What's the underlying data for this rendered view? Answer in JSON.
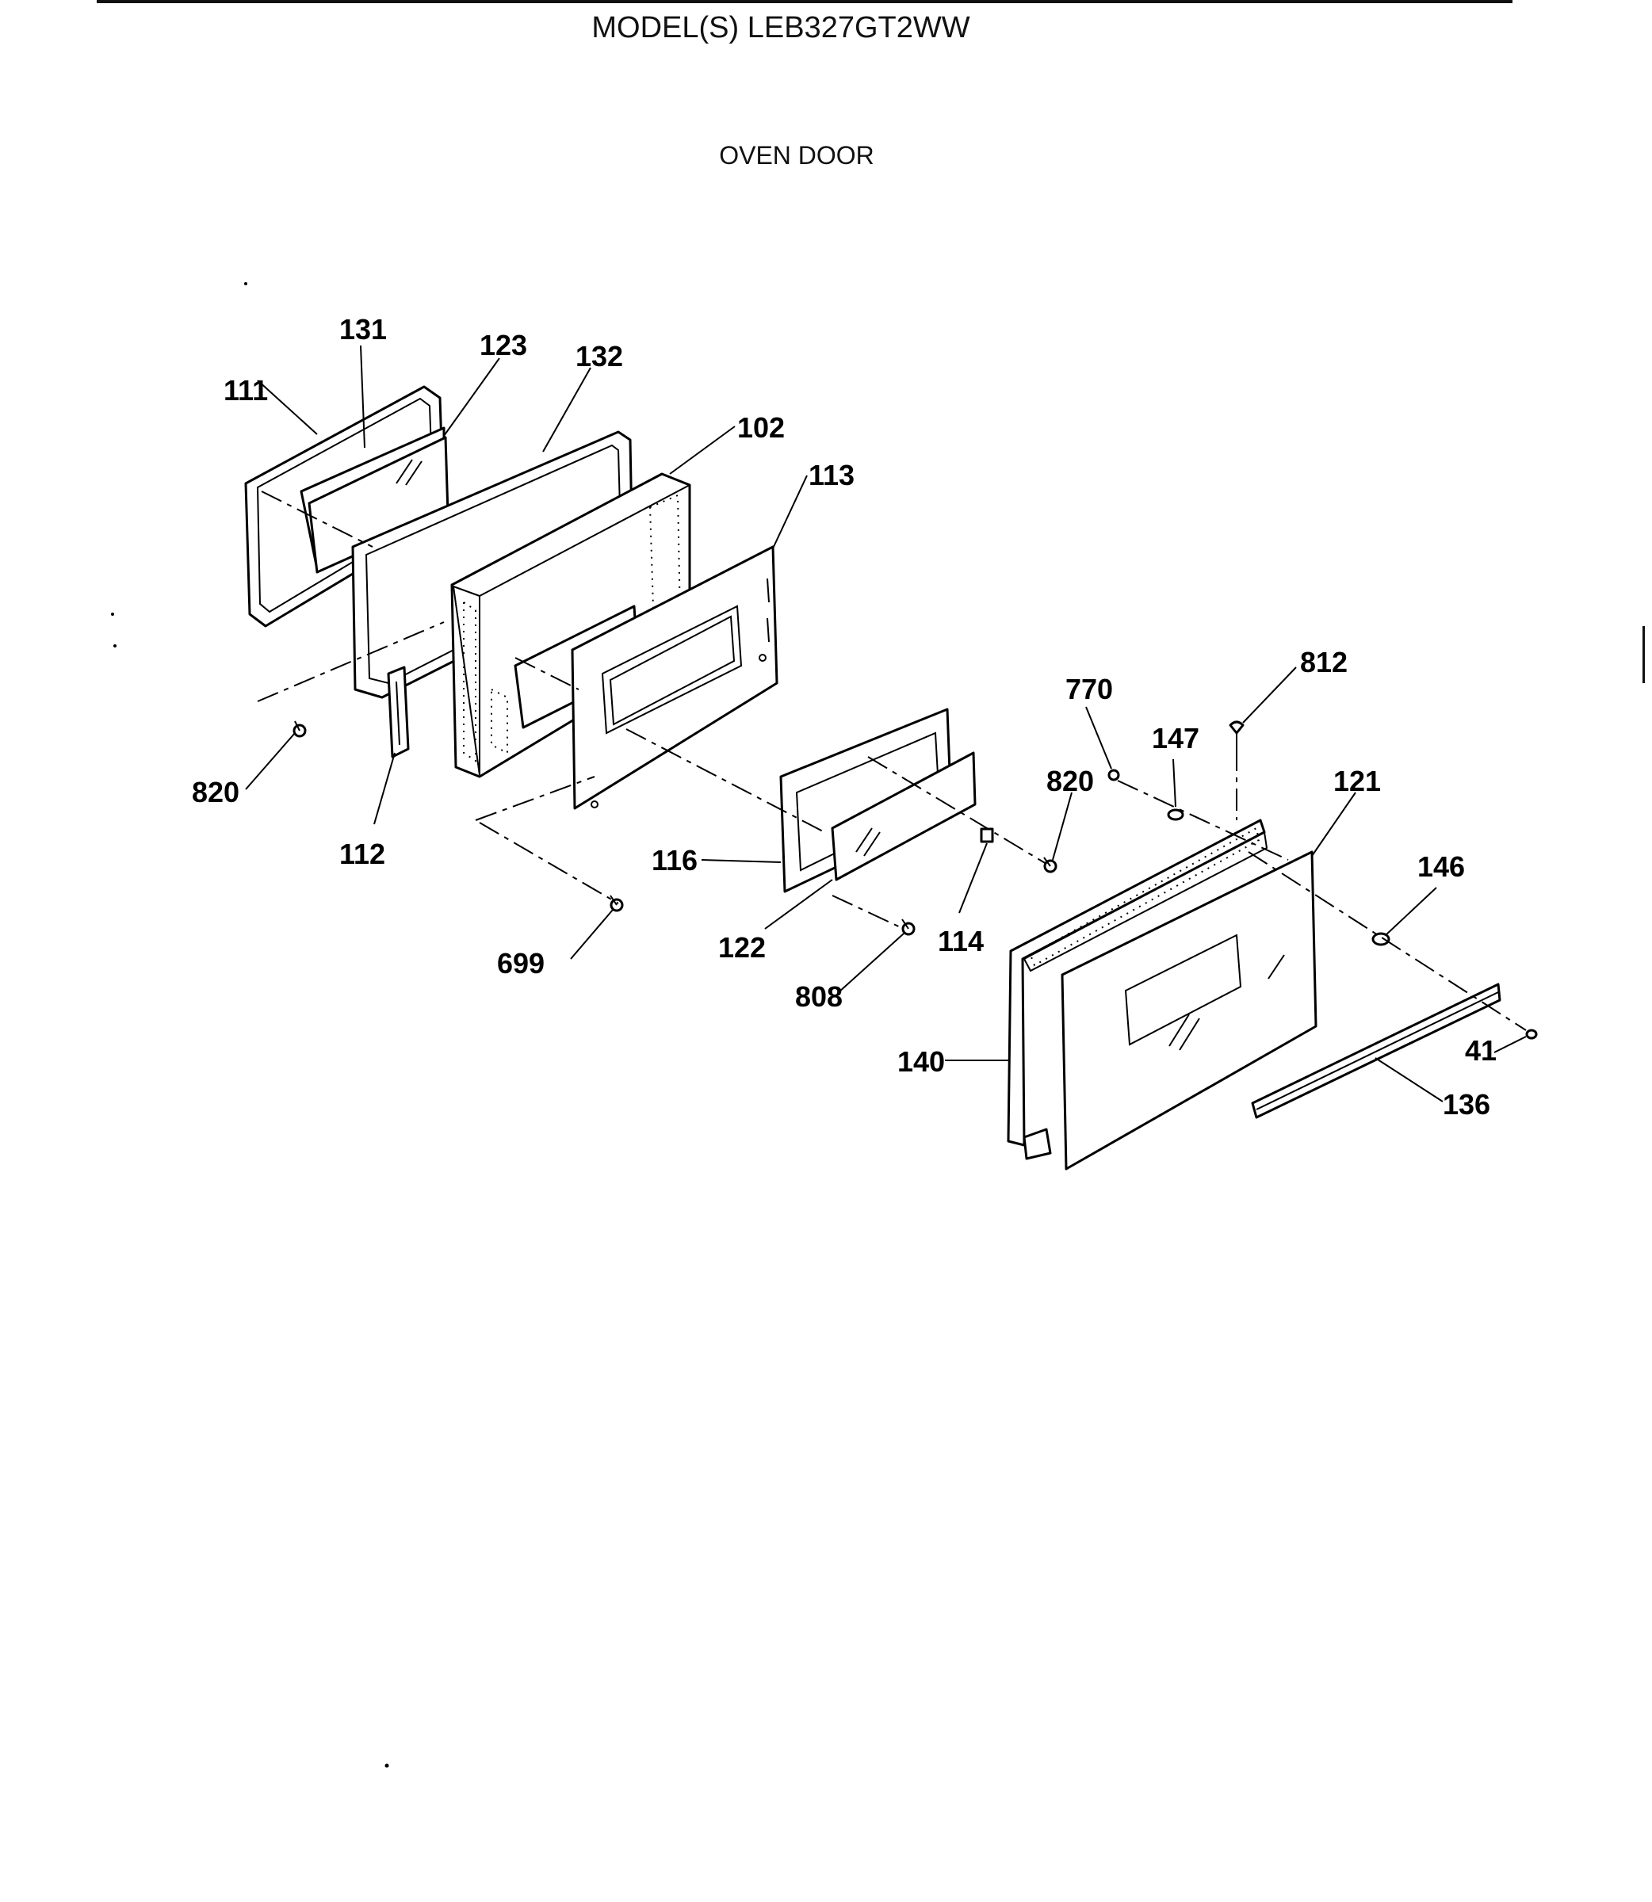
{
  "header": {
    "model": "MODEL(S) LEB327GT2WW",
    "section": "OVEN DOOR"
  },
  "callouts": {
    "c111": "111",
    "c131": "131",
    "c123": "123",
    "c132": "132",
    "c102": "102",
    "c113": "113",
    "c820a": "820",
    "c112": "112",
    "c116": "116",
    "c699": "699",
    "c122": "122",
    "c808": "808",
    "c114": "114",
    "c770": "770",
    "c812": "812",
    "c147": "147",
    "c820b": "820",
    "c121": "121",
    "c146": "146",
    "c140": "140",
    "c41": "41",
    "c136": "136"
  }
}
